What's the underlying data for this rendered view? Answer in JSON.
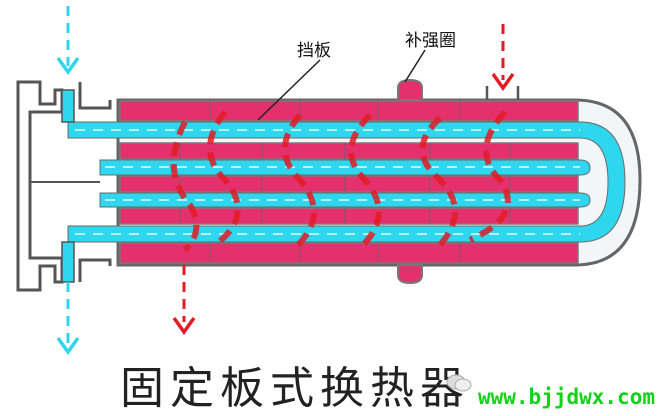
{
  "labels": {
    "baffle": "挡板",
    "reinforcing_ring": "补强圈"
  },
  "title": "固定板式换热器",
  "watermark": "www.bjjdwx.com",
  "icons": {
    "watermark": "wechat-icon"
  },
  "colors": {
    "shell": "#e5306e",
    "shell_outline": "#7a7a7a",
    "tube_fluid": "#2ed6ee",
    "flow_swirl": "#e31b25",
    "inlet_arrow": "#e31b25",
    "outlet_arrow": "#2ed6ee",
    "watermark": "#14d21c"
  }
}
